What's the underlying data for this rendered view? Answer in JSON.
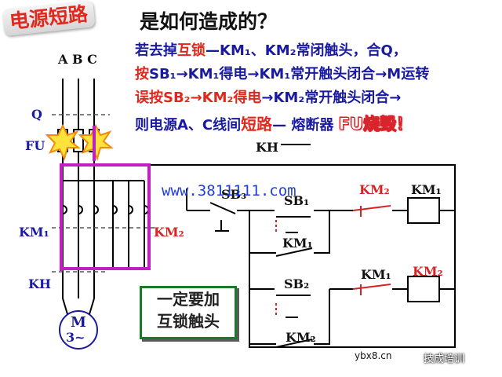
{
  "title": {
    "part1": "电源短路",
    "part2": "是如何造成的？"
  },
  "desc": {
    "l1_prefix": "若去掉",
    "l1_red": "互锁",
    "l1_rest": "—KM₁、KM₂常闭触头，合Q，",
    "l2_red": "按",
    "l2_rest": "SB₁→KM₁得电→KM₁常开触头闭合→M运转",
    "l3_red": "误按SB₂→KM₂得电",
    "l3_rest": "→KM₂常开触头闭合→",
    "l4_prefix": "则电源A、C线间",
    "l4_red": "短路",
    "l4_mid": "— 熔断器 ",
    "l4_fu": "FU烧毁！"
  },
  "labels": {
    "abc": "A B C",
    "q": "Q",
    "fu": "FU",
    "km1_left": "KM₁",
    "km2_right": "KM₂",
    "kh_left": "KH",
    "motor": "M",
    "motor_sub": "3~",
    "kh_top": "KH",
    "sb3": "SB₃",
    "sb1": "SB₁",
    "sb2": "SB₂",
    "km2_nc": "KM₂",
    "km1_coil": "KM₁",
    "km1_hold": "KM₁",
    "km1_nc": "KM₁",
    "km2_coil": "KM₂",
    "km2_hold": "KM₂"
  },
  "note": {
    "line1": "一定要加",
    "line2": "互锁触头"
  },
  "watermark": {
    "site": "www.3811111.com",
    "bottom": "ybx8.cn",
    "bottom2": "技成培训"
  },
  "colors": {
    "blue": "#1a1aa0",
    "red": "#e0281e",
    "magenta": "#c21fc2",
    "green": "#1a7a2a"
  }
}
